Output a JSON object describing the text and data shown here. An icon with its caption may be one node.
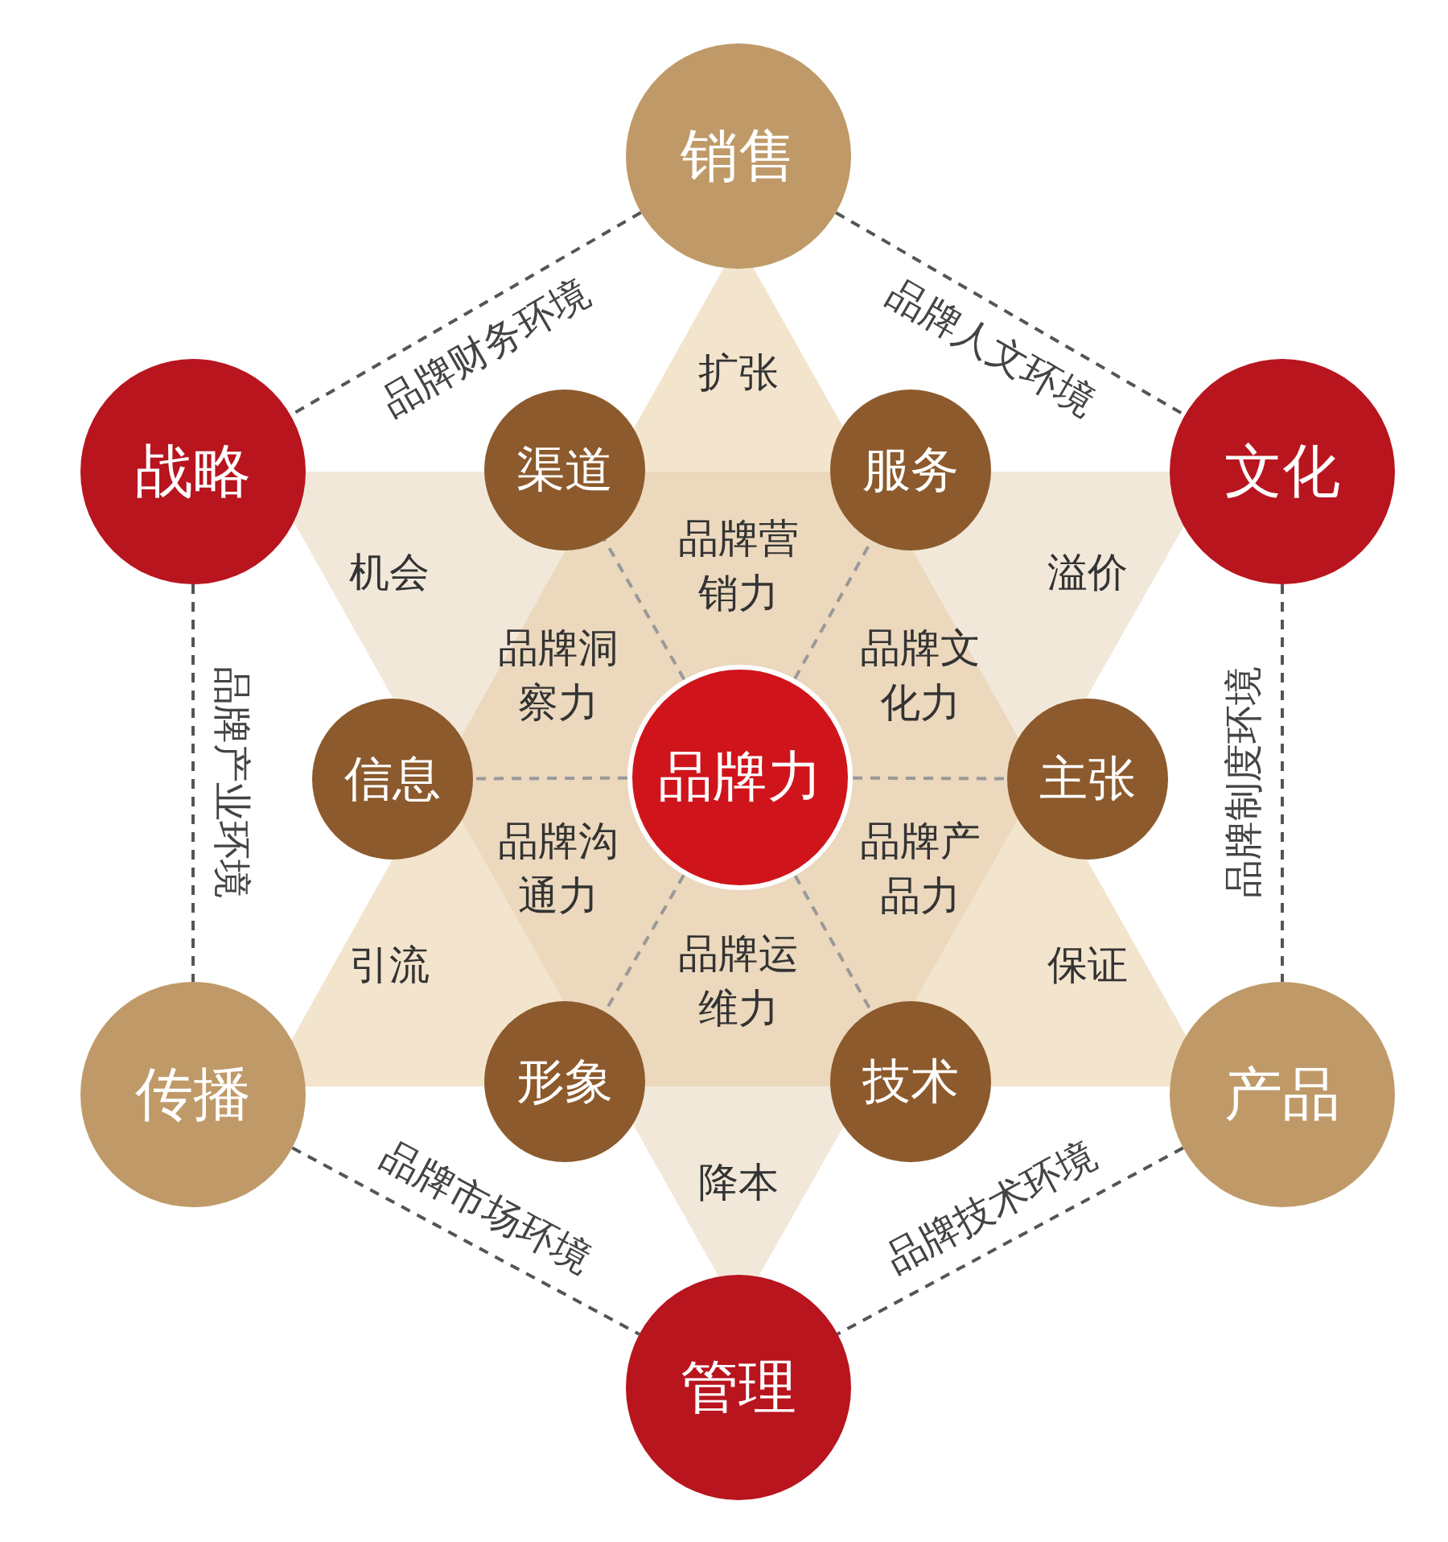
{
  "diagram": {
    "nodes": [
      {
        "text": [
          "销售"
        ]
      },
      {
        "text": [
          "战略"
        ]
      },
      {
        "text": [
          "渠道"
        ]
      },
      {
        "text": [
          "服务"
        ]
      },
      {
        "text": [
          "文化"
        ]
      },
      {
        "text": [
          "信息"
        ]
      },
      {
        "text": [
          "品牌力"
        ]
      },
      {
        "text": [
          "主张"
        ]
      },
      {
        "text": [
          "传播"
        ]
      },
      {
        "text": [
          "形象"
        ]
      },
      {
        "text": [
          "技术"
        ]
      },
      {
        "text": [
          "产品"
        ]
      },
      {
        "text": [
          "管理"
        ]
      }
    ],
    "edges": [
      {
        "from": 0,
        "to": 1,
        "arrow": "none",
        "label": "品牌财务环境",
        "style": "dashed",
        "color": "#555555"
      },
      {
        "from": 0,
        "to": 4,
        "arrow": "none",
        "label": "品牌人文环境",
        "style": "dashed",
        "color": "#555555"
      },
      {
        "from": 1,
        "to": 8,
        "arrow": "none",
        "label": "品牌产业环境",
        "style": "dashed",
        "color": "#555555"
      },
      {
        "from": 4,
        "to": 11,
        "arrow": "none",
        "label": "品牌制度环境",
        "style": "dashed",
        "color": "#555555"
      },
      {
        "from": 8,
        "to": 12,
        "arrow": "none",
        "label": "品牌市场环境",
        "style": "dashed",
        "color": "#555555"
      },
      {
        "from": 11,
        "to": 12,
        "arrow": "none",
        "label": "品牌技术环境",
        "style": "dashed",
        "color": "#555555"
      },
      {
        "from": 6,
        "to": 2,
        "arrow": "none",
        "style": "dashed",
        "color": "#999999"
      },
      {
        "from": 6,
        "to": 3,
        "arrow": "none",
        "style": "dashed",
        "color": "#999999"
      },
      {
        "from": 6,
        "to": 5,
        "arrow": "none",
        "style": "dashed",
        "color": "#999999"
      },
      {
        "from": 6,
        "to": 7,
        "arrow": "none",
        "style": "dashed",
        "color": "#999999"
      },
      {
        "from": 6,
        "to": 9,
        "arrow": "none",
        "style": "dashed",
        "color": "#999999"
      },
      {
        "from": 6,
        "to": 10,
        "arrow": "none",
        "style": "dashed",
        "color": "#999999"
      }
    ],
    "labels": [
      "扩张",
      "机会",
      "溢价",
      "品牌营销力",
      "品牌洞察力",
      "品牌文化力",
      "品牌沟通力",
      "品牌产品力",
      "品牌运维力",
      "引流",
      "保证",
      "降本"
    ]
  }
}
